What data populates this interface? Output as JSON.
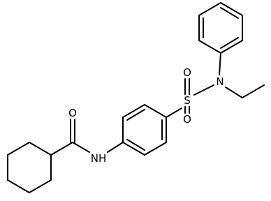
{
  "structure": {
    "atom_labels": {
      "carbonyl_oxygen": "O",
      "amide_nh": "NH",
      "sulfur": "S",
      "sulfonyl_oxygen_top": "O",
      "sulfonyl_oxygen_bottom": "O",
      "sulfonamide_nitrogen": "N"
    },
    "colors": {
      "bond": "#000000",
      "label": "#000000",
      "background": "#ffffff"
    }
  }
}
